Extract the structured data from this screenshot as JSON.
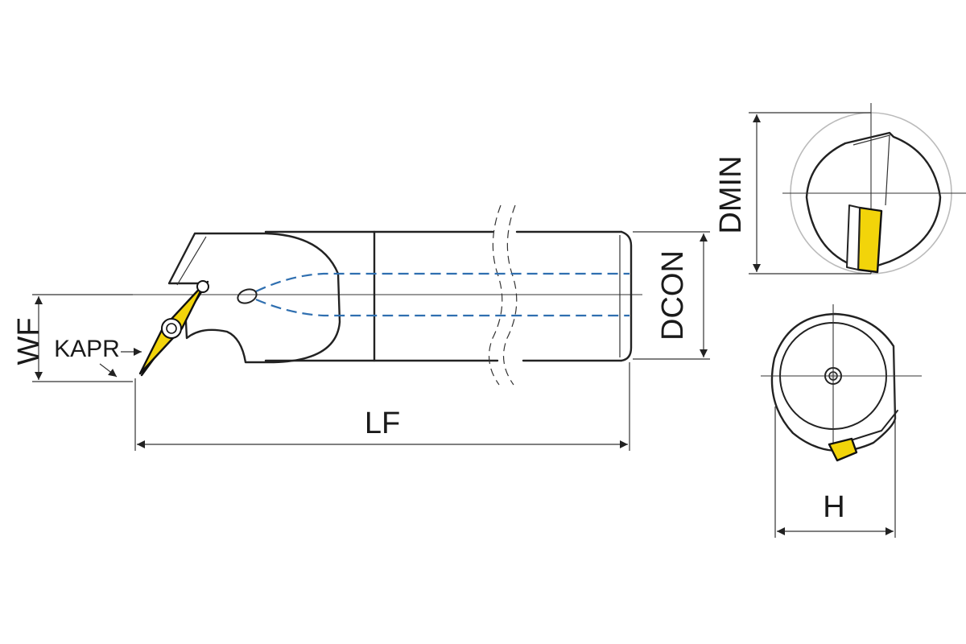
{
  "labels": {
    "wf": "WF",
    "kapr": "KAPR",
    "lf": "LF",
    "dcon": "DCON",
    "dmin": "DMIN",
    "h": "H"
  },
  "colors": {
    "insert": "#f2d40a",
    "coolant": "#2f6fb0",
    "line": "#222222"
  }
}
